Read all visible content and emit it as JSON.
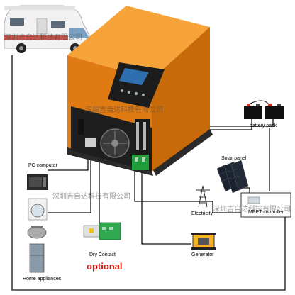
{
  "watermark": "深圳吉自达科技有限公司",
  "labels": {
    "battery": "battery pack",
    "pc": "PC computer",
    "solar": "Solar panel",
    "electricity": "Electricity",
    "mppt": "MPPT controller",
    "dry_contact": "Dry Contact",
    "optional": "optional",
    "generator": "Generator",
    "home": "Home appliances"
  },
  "colors": {
    "inverter_body": "#f08a1c",
    "inverter_dark": "#2a2a2a",
    "terminal_green": "#1f9d3a",
    "optional_text": "#e01010"
  }
}
